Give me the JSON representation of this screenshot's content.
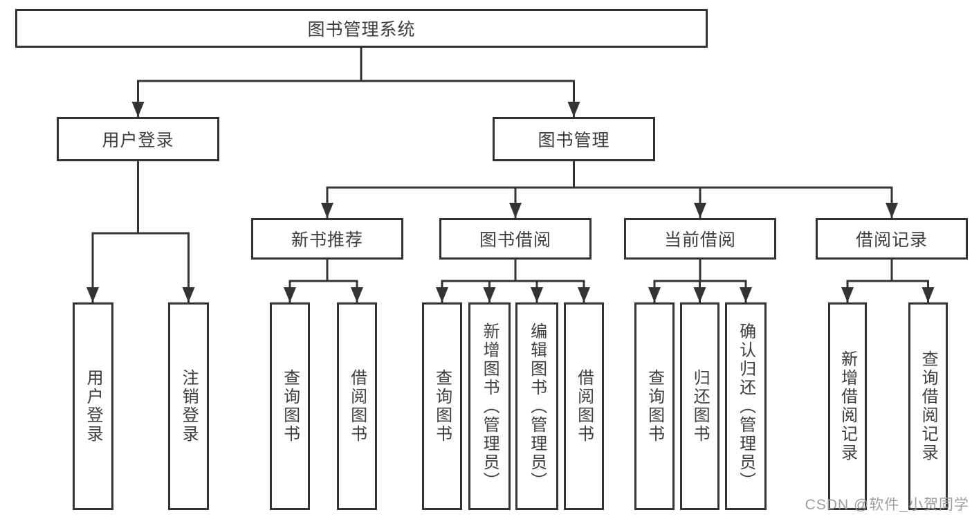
{
  "colors": {
    "line": "#333333",
    "text": "#3d3d3d",
    "watermark": "#9e9e9e",
    "background": "#ffffff"
  },
  "watermark": {
    "text": "CSDN @软件_小贺同学"
  },
  "hierarchy": {
    "label": "图书管理系统",
    "children": [
      {
        "label": "用户登录",
        "children": [
          {
            "label": "用户登录"
          },
          {
            "label": "注销登录"
          }
        ]
      },
      {
        "label": "图书管理",
        "children": [
          {
            "label": "新书推荐",
            "children": [
              {
                "label": "查询图书"
              },
              {
                "label": "借阅图书"
              }
            ]
          },
          {
            "label": "图书借阅",
            "children": [
              {
                "label": "查询图书"
              },
              {
                "label": "新增图书（管理员）"
              },
              {
                "label": "编辑图书（管理员）"
              },
              {
                "label": "借阅图书"
              }
            ]
          },
          {
            "label": "当前借阅",
            "children": [
              {
                "label": "查询图书"
              },
              {
                "label": "归还图书"
              },
              {
                "label": "确认归还（管理员）"
              }
            ]
          },
          {
            "label": "借阅记录",
            "children": [
              {
                "label": "新增借阅记录"
              },
              {
                "label": "查询借阅记录"
              }
            ]
          }
        ]
      }
    ]
  }
}
